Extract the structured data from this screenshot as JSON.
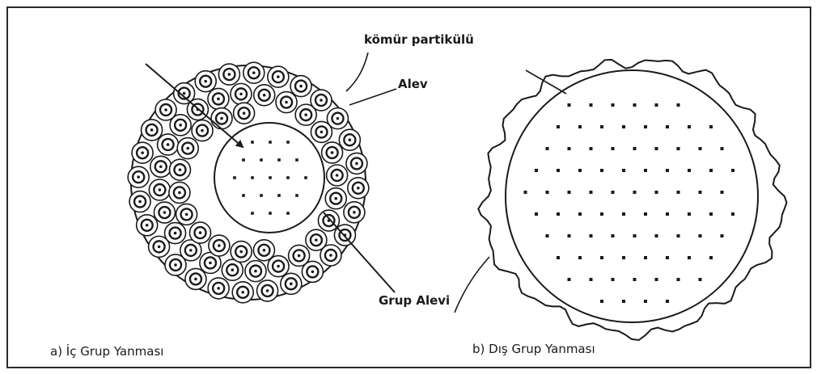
{
  "labels": {
    "particle": "kömür partikülü",
    "flame": "Alev",
    "group_flame": "Grup Alevi"
  },
  "captions": {
    "a": "a) İç Grup Yanması",
    "b": "b) Dış Grup Yanması"
  },
  "colors": {
    "ink": "#1a1a1a",
    "background": "#ffffff",
    "frame": "#2a2a2a"
  }
}
